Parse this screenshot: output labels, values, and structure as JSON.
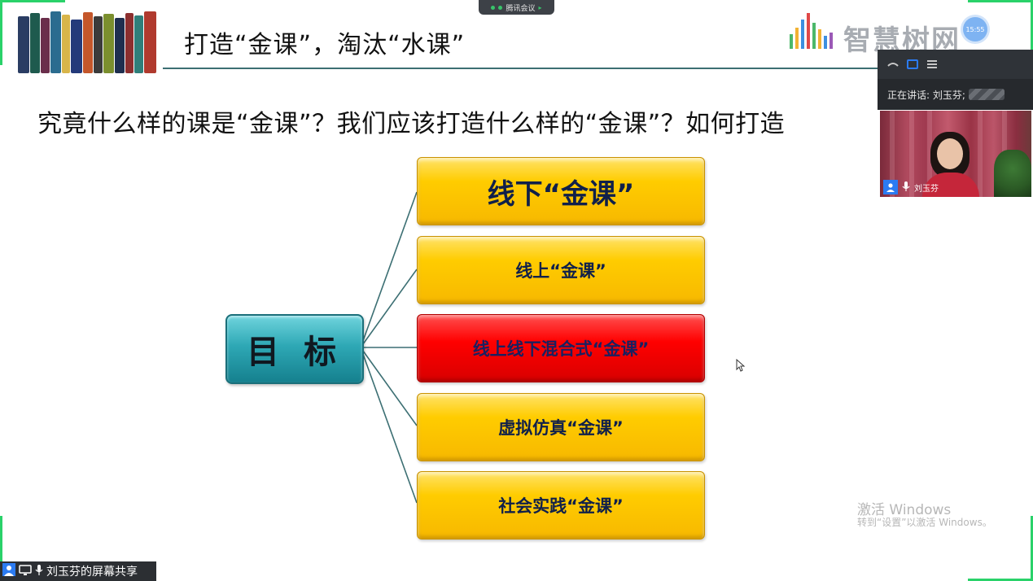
{
  "meeting_app": {
    "name": "腾讯会议"
  },
  "slide": {
    "title": "打造“金课”，淘汰“水课”",
    "question": "究竟什么样的课是“金课”？我们应该打造什么样的“金课”？如何打造",
    "center_node": "目 标",
    "branches": [
      {
        "label": "线下“金课”",
        "color": "#ffcc00"
      },
      {
        "label": "线上“金课”",
        "color": "#ffcc00"
      },
      {
        "label": "线上线下混合式“金课”",
        "color": "#ff0000"
      },
      {
        "label": "虚拟仿真“金课”",
        "color": "#ffcc00"
      },
      {
        "label": "社会实践“金课”",
        "color": "#ffcc00"
      }
    ],
    "logo_text": "智慧树网",
    "line_color": "#3c6f73"
  },
  "clock": {
    "time": "15:55"
  },
  "video_panel": {
    "speaking_text": "正在讲话: 刘玉芬;",
    "participant_name": "刘玉芬",
    "mic_icon": "microphone-icon",
    "avatar_icon": "user-icon"
  },
  "windows_watermark": {
    "line1": "激活 Windows",
    "line2": "转到“设置”以激活 Windows。"
  },
  "share_bar": {
    "label": "刘玉芬的屏幕共享"
  },
  "colors": {
    "share_border": "#2ad26a",
    "gold": "#ffcc00",
    "red": "#ff0000",
    "teal": "#2ea8b5",
    "panel_dark": "#2f3338",
    "avatar_blue": "#2b7bf2"
  }
}
